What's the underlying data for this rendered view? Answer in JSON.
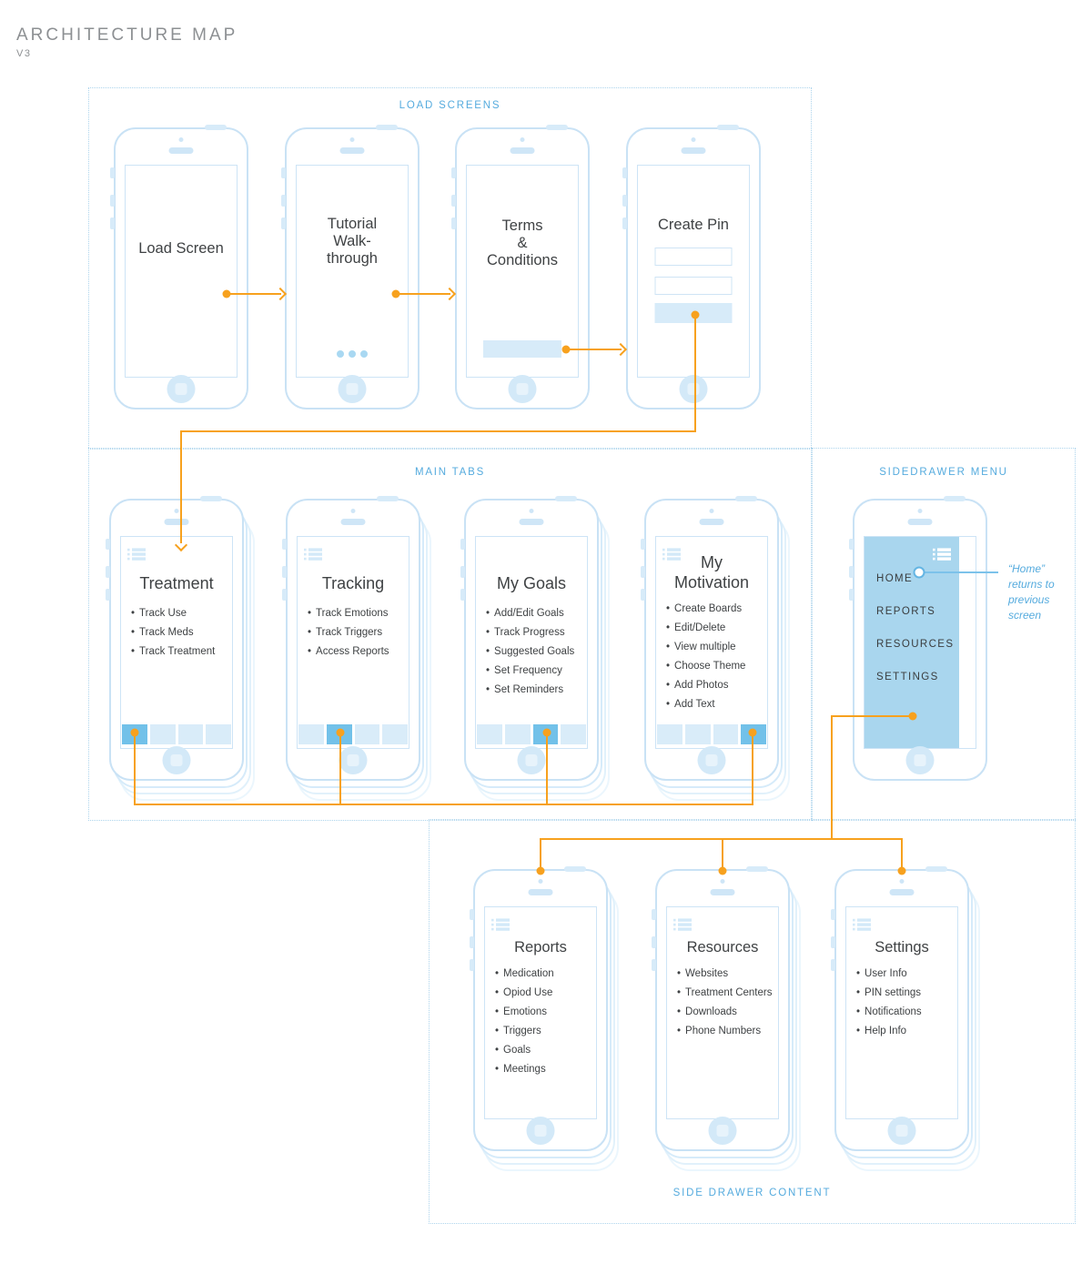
{
  "header": {
    "title": "ARCHITECTURE MAP",
    "version": "V3"
  },
  "sections": {
    "load_screens": {
      "label": "LOAD SCREENS"
    },
    "main_tabs": {
      "label": "MAIN TABS"
    },
    "sidedrawer_menu": {
      "label": "SIDEDRAWER  MENU"
    },
    "side_drawer_content": {
      "label": "SIDE DRAWER CONTENT"
    }
  },
  "phones": {
    "load_screen": {
      "title": "Load Screen"
    },
    "tutorial": {
      "title": "Tutorial Walk-through",
      "title_lines": [
        "Tutorial",
        "Walk-",
        "through"
      ]
    },
    "terms": {
      "title": "Terms & Conditions",
      "title_lines": [
        "Terms",
        "&",
        "Conditions"
      ]
    },
    "create_pin": {
      "title": "Create Pin"
    },
    "treatment": {
      "title": "Treatment",
      "bullets": [
        "Track Use",
        "Track Meds",
        "Track Treatment"
      ],
      "active_tab": 1
    },
    "tracking": {
      "title": "Tracking",
      "bullets": [
        "Track Emotions",
        "Track Triggers",
        "Access Reports"
      ],
      "active_tab": 2
    },
    "my_goals": {
      "title": "My Goals",
      "bullets": [
        "Add/Edit Goals",
        "Track Progress",
        "Suggested Goals",
        "Set Frequency",
        "Set Reminders"
      ],
      "active_tab": 3
    },
    "my_motivation": {
      "title": "My Motivation",
      "title_lines": [
        "My",
        "Motivation"
      ],
      "bullets": [
        "Create Boards",
        "Edit/Delete",
        "View multiple",
        "Choose Theme",
        "Add Photos",
        "Add Text"
      ],
      "active_tab": 4
    },
    "sidedrawer": {
      "menu_items": [
        "HOME",
        "REPORTS",
        "RESOURCES",
        "SETTINGS"
      ]
    },
    "reports": {
      "title": "Reports",
      "bullets": [
        "Medication",
        "Opiod Use",
        "Emotions",
        "Triggers",
        "Goals",
        "Meetings"
      ]
    },
    "resources": {
      "title": "Resources",
      "bullets": [
        "Websites",
        "Treatment Centers",
        "Downloads",
        "Phone Numbers"
      ]
    },
    "settings": {
      "title": "Settings",
      "bullets": [
        "User Info",
        "PIN settings",
        "Notifications",
        "Help Info"
      ]
    }
  },
  "annotation": {
    "lines": [
      "“Home”",
      "returns to",
      "previous",
      "screen"
    ]
  },
  "icons": {
    "menu_icon": "list-menu",
    "camera": "camera-dot",
    "speaker": "speaker-bar",
    "home": "home-button"
  },
  "colors": {
    "accent_orange": "#f7a11e",
    "label_blue": "#55abde",
    "drawer_blue": "#a9d6ee",
    "active_tab_blue": "#72c1e9",
    "wireframe_blue": "#c9e2f5",
    "fill_blue": "#d7ebf9",
    "text_dark": "#3f4244",
    "title_gray": "#8d9093"
  }
}
